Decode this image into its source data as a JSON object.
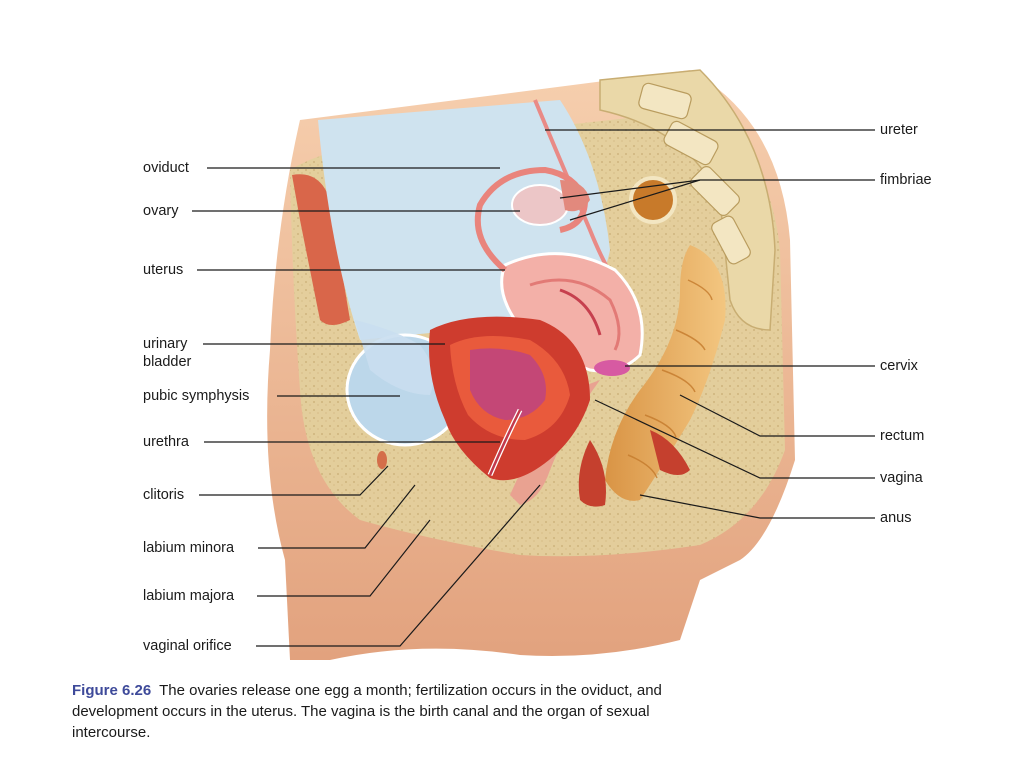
{
  "labels": {
    "oviduct": "oviduct",
    "ovary": "ovary",
    "uterus": "uterus",
    "urinary_bladder": "urinary\nbladder",
    "pubic_symphysis": "pubic symphysis",
    "urethra": "urethra",
    "clitoris": "clitoris",
    "labium_minora": "labium minora",
    "labium_majora": "labium majora",
    "vaginal_orifice": "vaginal orifice",
    "ureter": "ureter",
    "fimbriae": "fimbriae",
    "cervix": "cervix",
    "rectum": "rectum",
    "vagina": "vagina",
    "anus": "anus"
  },
  "caption": {
    "figure_number": "Figure 6.26",
    "text": "The ovaries release one egg a month; fertilization occurs in the oviduct, and development occurs in the uterus. The vagina is the birth canal and the organ of sexual intercourse."
  }
}
